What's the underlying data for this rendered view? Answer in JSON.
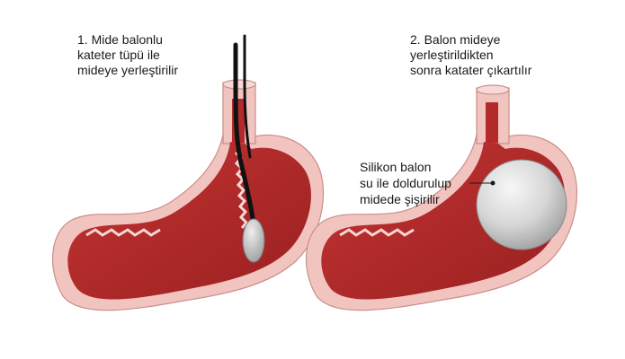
{
  "step1": {
    "lines": [
      "1. Mide balonlu",
      "kateter tüpü ile",
      "mideye yerleştirilir"
    ]
  },
  "step2": {
    "lines": [
      "2. Balon mideye",
      "yerleştirildikten",
      "sonra katater çıkartılır"
    ]
  },
  "balloon_callout": {
    "lines": [
      "Silikon balon",
      "su ile doldurulup",
      "midede şişirilir"
    ]
  },
  "colors": {
    "stomach_outer": "#f2c4c0",
    "stomach_inner": "#b32a2a",
    "stomach_dark": "#8e1c1c",
    "catheter": "#111111",
    "balloon": "#d9d9d9"
  }
}
